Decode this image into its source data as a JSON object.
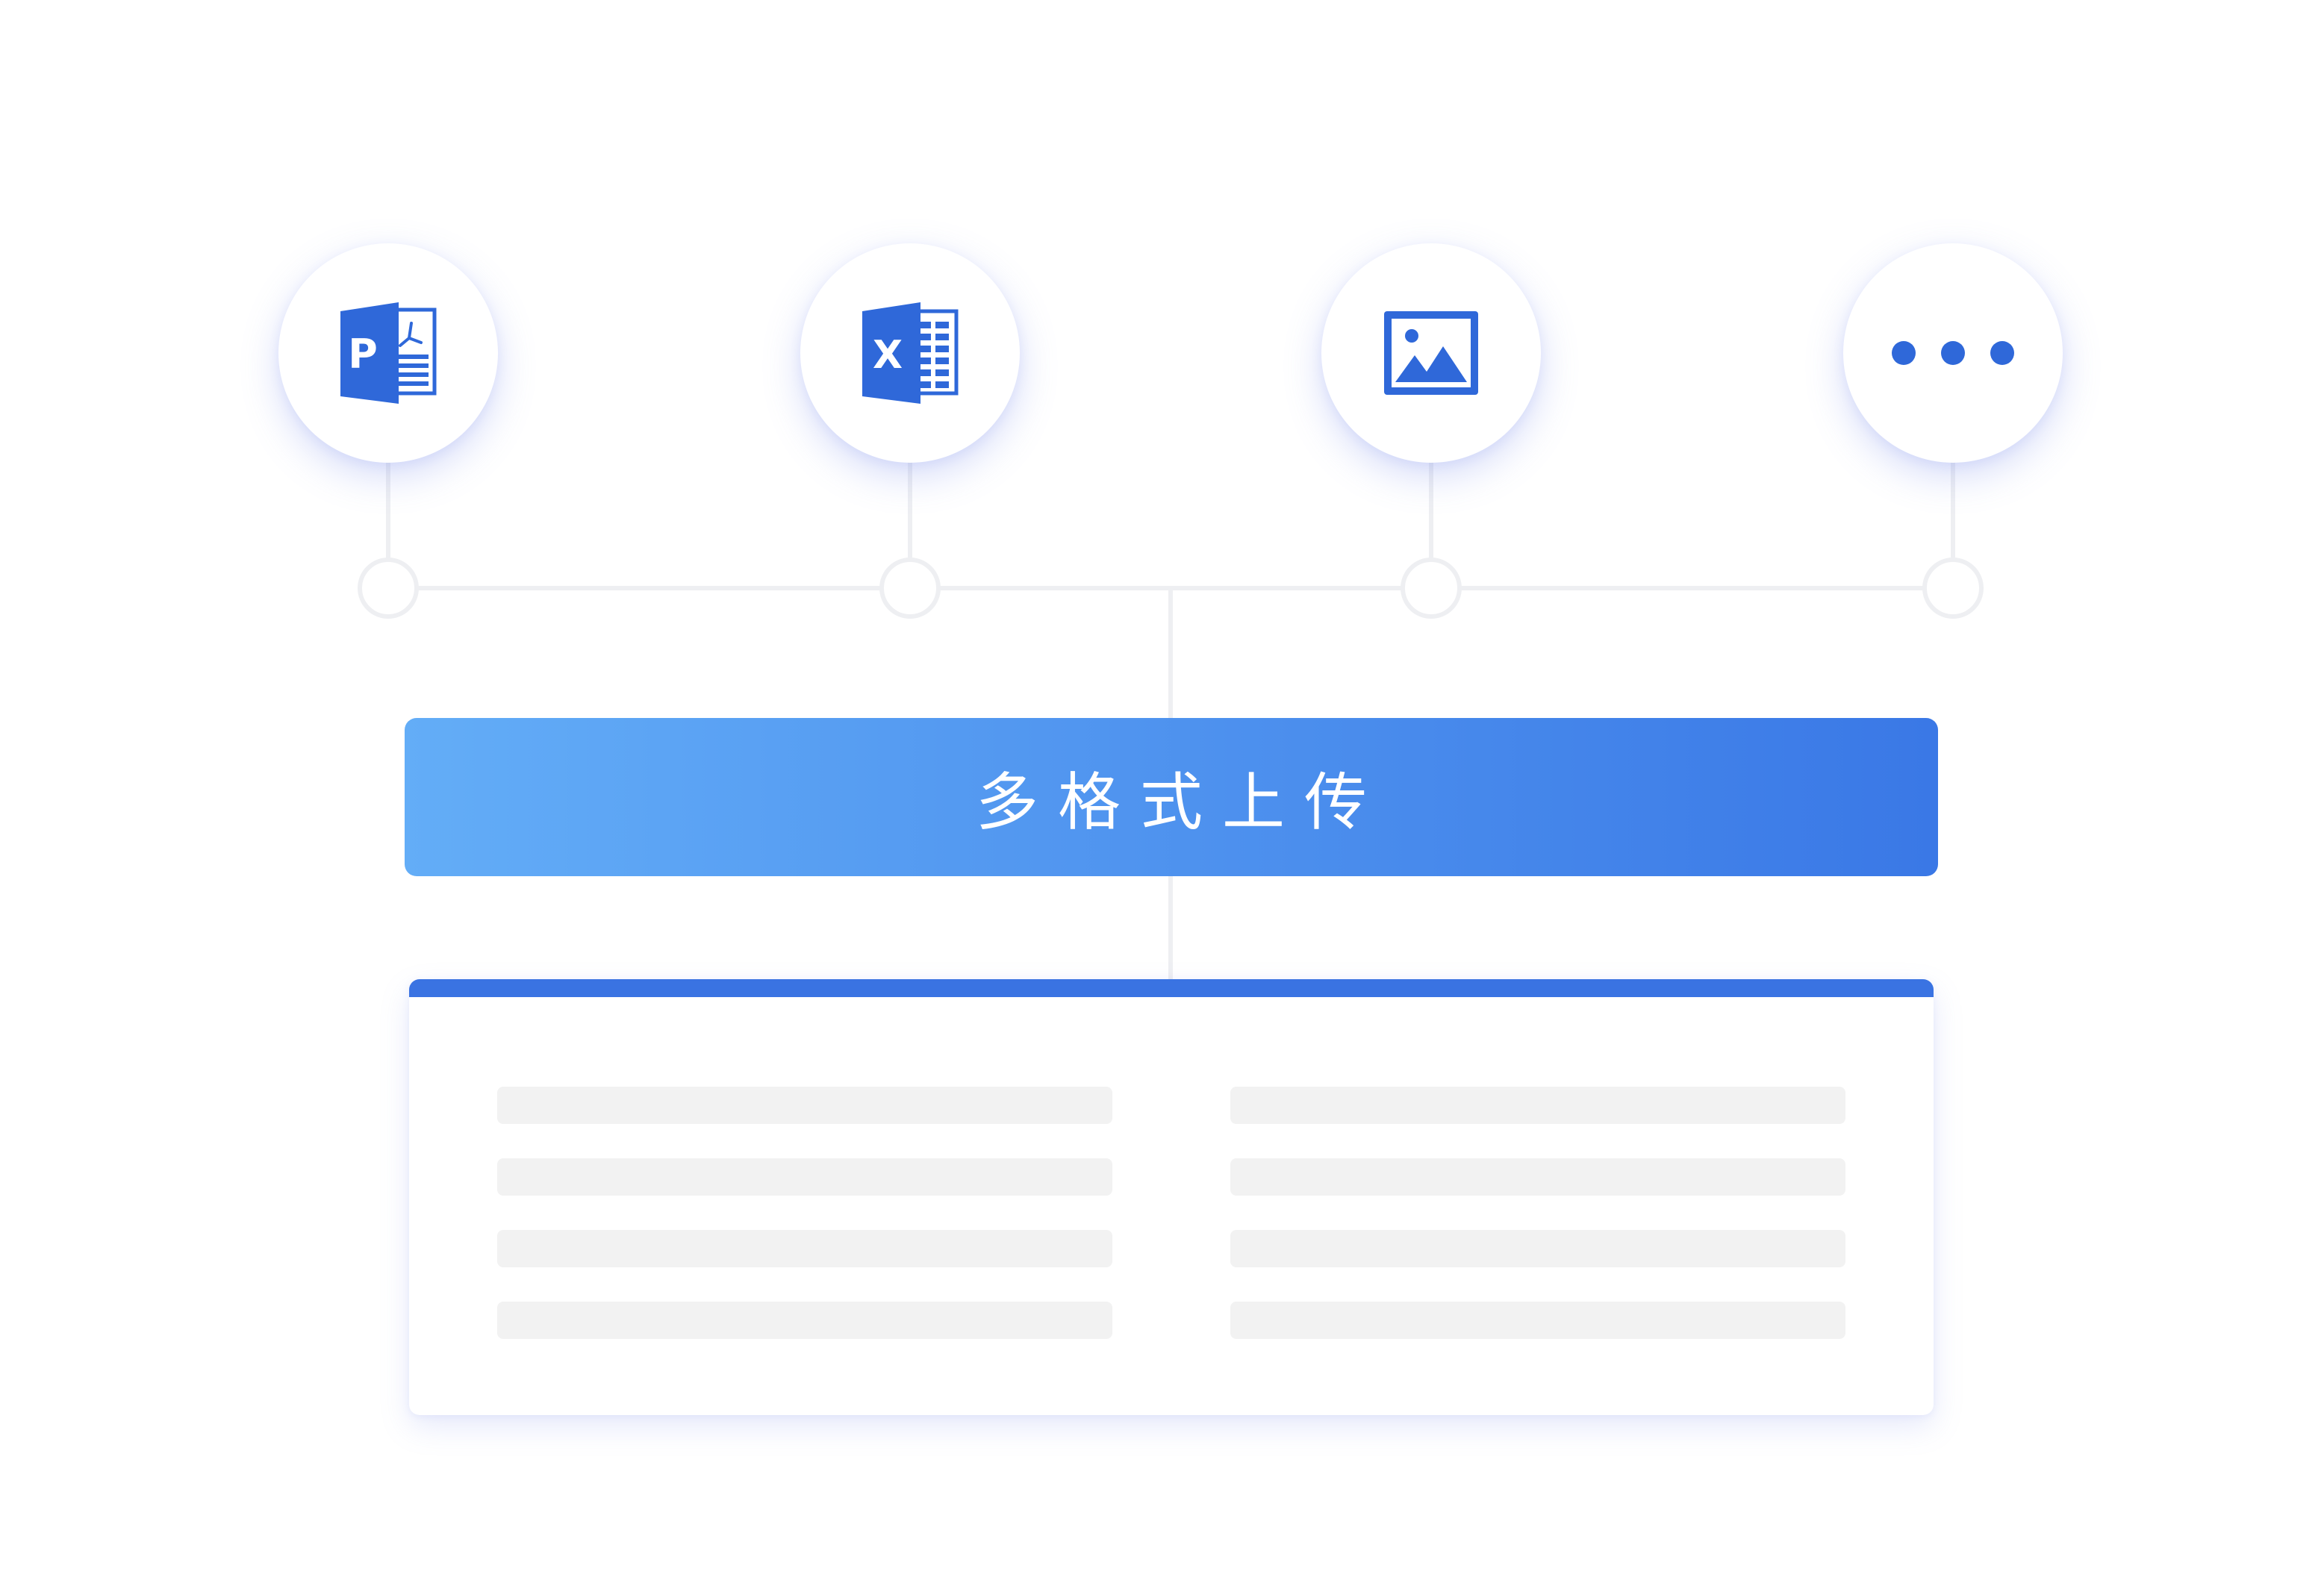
{
  "upload_bar": {
    "title": "多格式上传"
  },
  "icons": [
    {
      "name": "pdf-document-icon"
    },
    {
      "name": "excel-spreadsheet-icon"
    },
    {
      "name": "image-icon"
    },
    {
      "name": "more-icon"
    }
  ],
  "colors": {
    "accent": "#3a73e2",
    "gradient_start": "#63adf7",
    "gradient_end": "#3a78e6",
    "connector": "#eeeff2",
    "placeholder": "#f2f2f2"
  },
  "list_card": {
    "placeholder_rows": 4,
    "columns": 2
  }
}
